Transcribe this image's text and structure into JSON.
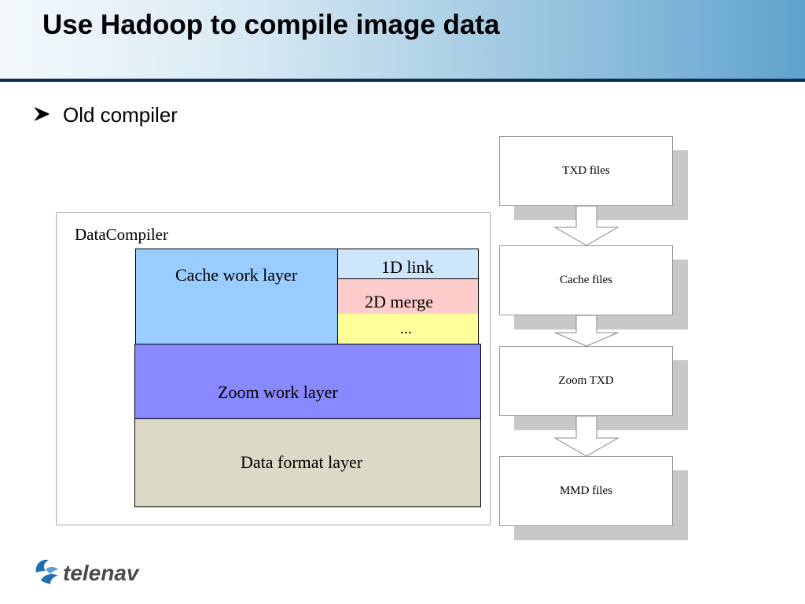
{
  "slide": {
    "title": "Use Hadoop to compile image data",
    "bullet": "Old compiler"
  },
  "compiler": {
    "label": "DataCompiler",
    "cache_layer": "Cache work layer",
    "link_1d": "1D link",
    "merge_2d": "2D merge",
    "more": "...",
    "zoom_layer": "Zoom work layer",
    "format_layer": "Data format layer"
  },
  "flow": {
    "steps": [
      "TXD files",
      "Cache files",
      "Zoom TXD",
      "MMD files"
    ]
  },
  "logo": {
    "text": "telenav",
    "icon": "telenav-logo-icon"
  },
  "colors": {
    "cache": "#99ccff",
    "link_1d": "#cde6fb",
    "merge_2d": "#ffcccc",
    "more": "#ffff99",
    "zoom": "#8888ff",
    "format": "#dcdac6",
    "header_line": "#0f2e57",
    "logo_blue": "#1c6fb2",
    "logo_text": "#4a4a4a"
  }
}
